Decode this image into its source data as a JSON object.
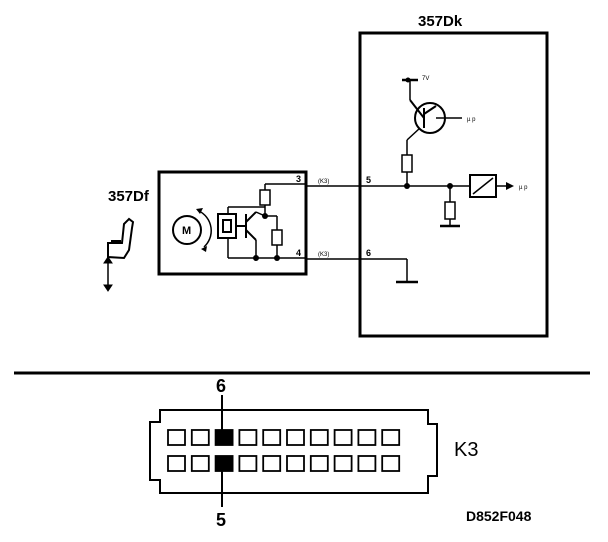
{
  "module_ecu": {
    "label": "357Dk"
  },
  "module_seat": {
    "label": "357Df"
  },
  "motor": {
    "label": "M"
  },
  "pins": {
    "seat_pin_3": "3",
    "seat_pin_4": "4",
    "ecu_pin_5": "5",
    "ecu_pin_6": "6"
  },
  "wire_tags": {
    "upper": "(K3)",
    "lower": "(K3)"
  },
  "supply": {
    "label": "7V"
  },
  "outputs": {
    "transistor_out": "µ p",
    "converter_out": "µ p"
  },
  "connector": {
    "name": "K3",
    "top_pin_label": "6",
    "bottom_pin_label": "5",
    "rows": 2,
    "cells_per_row": 10,
    "highlighted_cell_index": 2
  },
  "reference": "D852F048"
}
